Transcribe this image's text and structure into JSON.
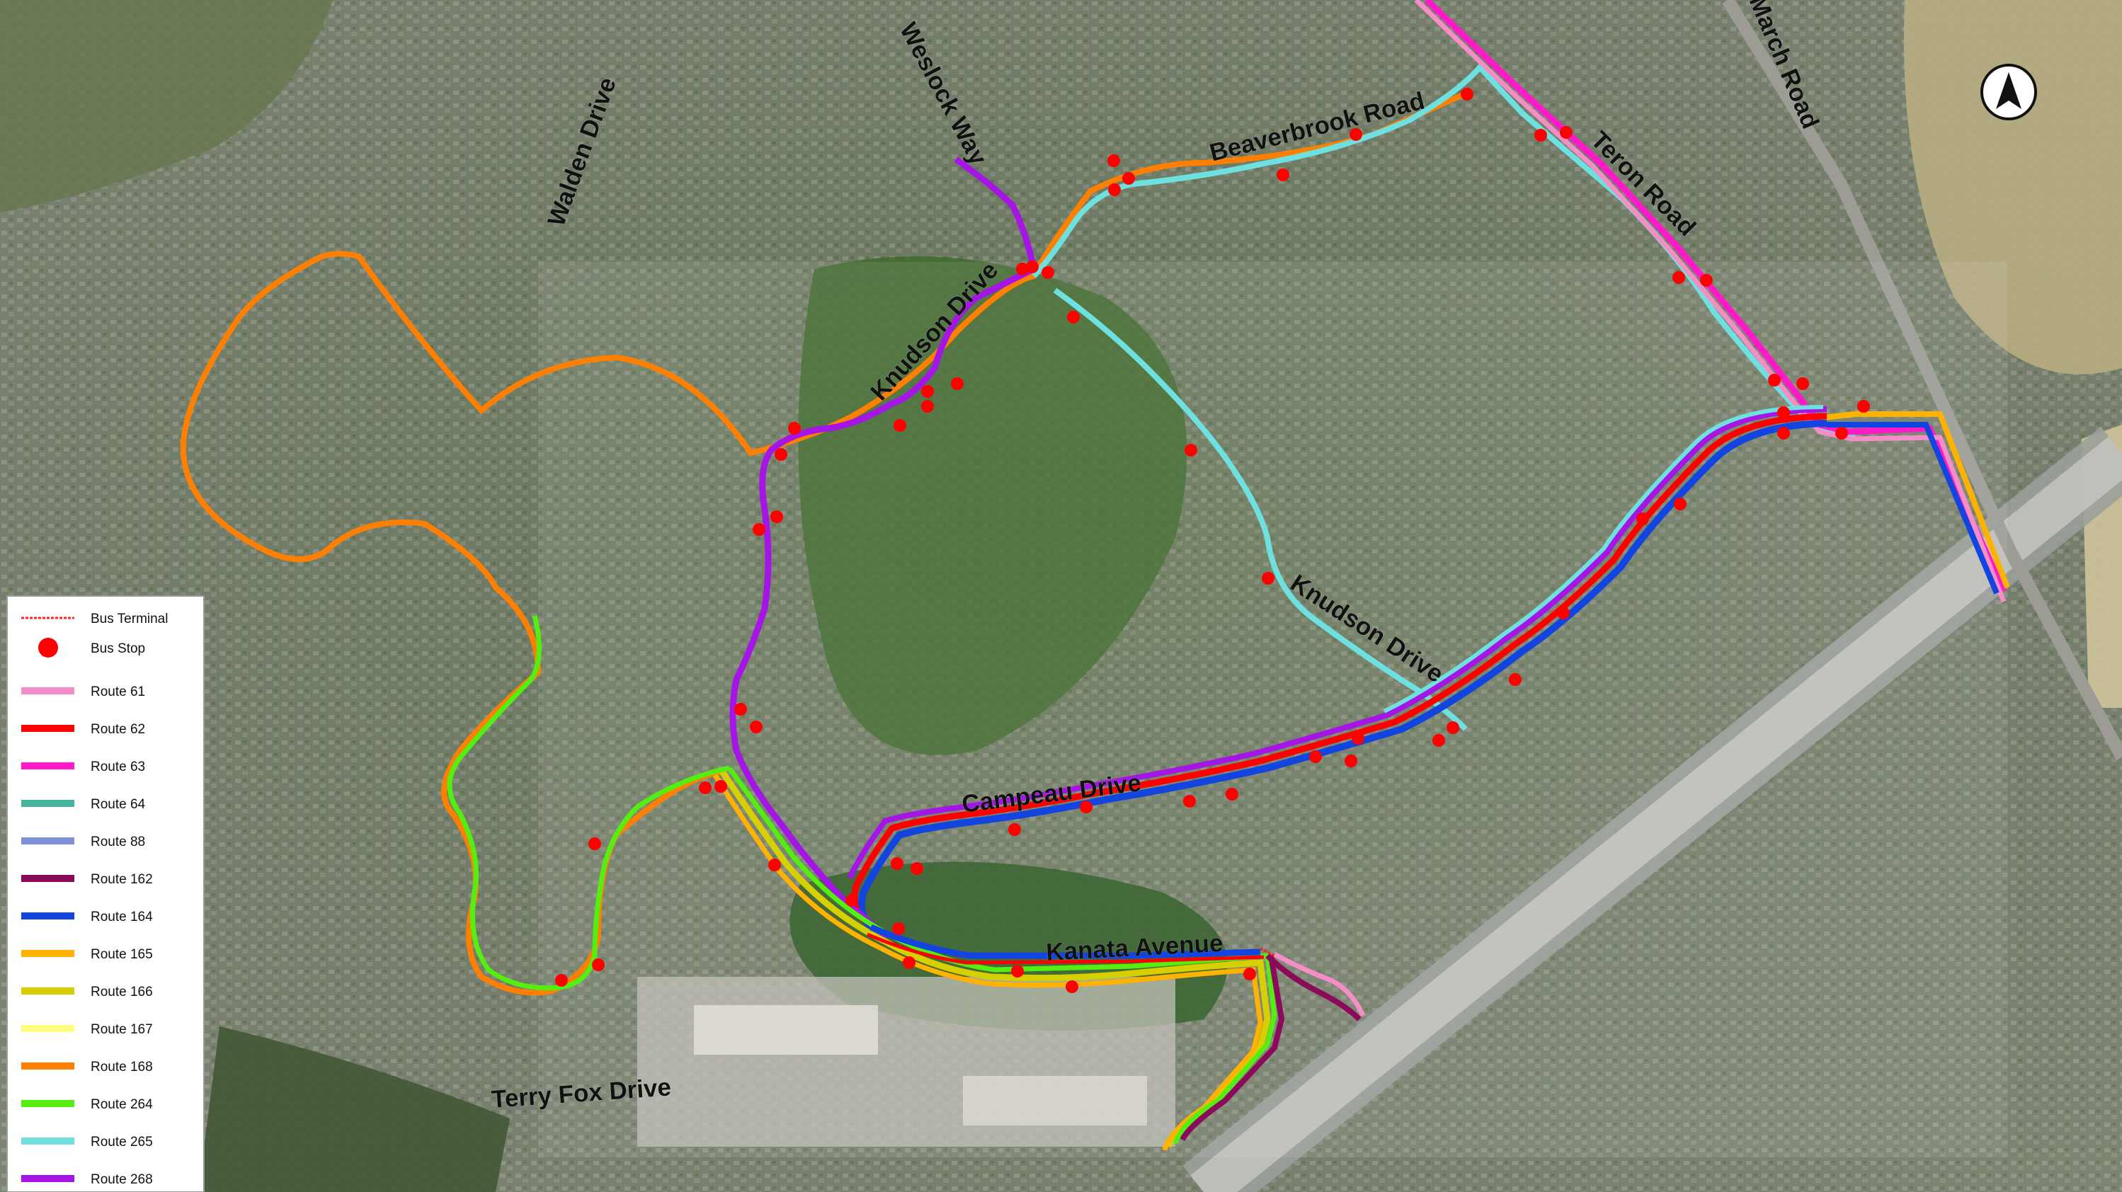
{
  "roads": {
    "walden": "Walden Drive",
    "weslock": "Weslock Way",
    "beaverbrook": "Beaverbrook Road",
    "march": "March Road",
    "teron": "Teron Road",
    "knudson_west": "Knudson Drive",
    "knudson_east": "Knudson Drive",
    "campeau": "Campeau Drive",
    "kanata": "Kanata Avenue",
    "terry_fox": "Terry Fox Drive"
  },
  "legend": {
    "terminal": "Bus Terminal",
    "stop": "Bus Stop",
    "routes": [
      {
        "label": "Route 61",
        "color": "#f58ec6"
      },
      {
        "label": "Route 62",
        "color": "#ff0000"
      },
      {
        "label": "Route 63",
        "color": "#ff19c8"
      },
      {
        "label": "Route 64",
        "color": "#45b39d"
      },
      {
        "label": "Route 88",
        "color": "#7f8fd8"
      },
      {
        "label": "Route 162",
        "color": "#8b0a5a"
      },
      {
        "label": "Route 164",
        "color": "#1245e0"
      },
      {
        "label": "Route 165",
        "color": "#ffb300"
      },
      {
        "label": "Route 166",
        "color": "#d7d000"
      },
      {
        "label": "Route 167",
        "color": "#fffb80"
      },
      {
        "label": "Route 168",
        "color": "#ff8000"
      },
      {
        "label": "Route 264",
        "color": "#55ee11"
      },
      {
        "label": "Route 265",
        "color": "#6fe0e0"
      },
      {
        "label": "Route 268",
        "color": "#a415e6"
      }
    ]
  },
  "colors": {
    "stop": "#ff0000",
    "terminal": "#ff2020"
  },
  "icons": {
    "north_arrow": "north-arrow-icon"
  }
}
